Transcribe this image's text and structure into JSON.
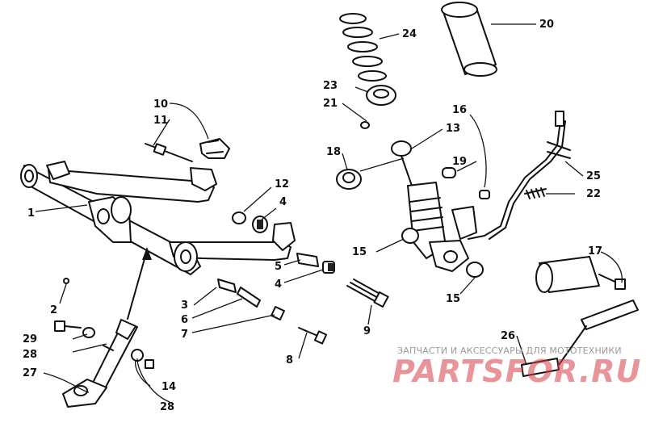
{
  "labels": {
    "p1": "1",
    "p2": "2",
    "p3": "3",
    "p4a": "4",
    "p4b": "4",
    "p5": "5",
    "p6": "6",
    "p7": "7",
    "p8": "8",
    "p9": "9",
    "p10": "10",
    "p11": "11",
    "p12": "12",
    "p13": "13",
    "p14": "14",
    "p15a": "15",
    "p15b": "15",
    "p16": "16",
    "p17": "17",
    "p18": "18",
    "p19": "19",
    "p20": "20",
    "p21": "21",
    "p22": "22",
    "p23": "23",
    "p24": "24",
    "p25": "25",
    "p26": "26",
    "p27": "27",
    "p28a": "28",
    "p28b": "28",
    "p29": "29"
  },
  "watermark": {
    "caption": "ЗАПЧАСТИ И АКСЕССУАРЫ ДЛЯ МОТОТЕХНИКИ",
    "logo": "PARTSFOR.RU"
  }
}
